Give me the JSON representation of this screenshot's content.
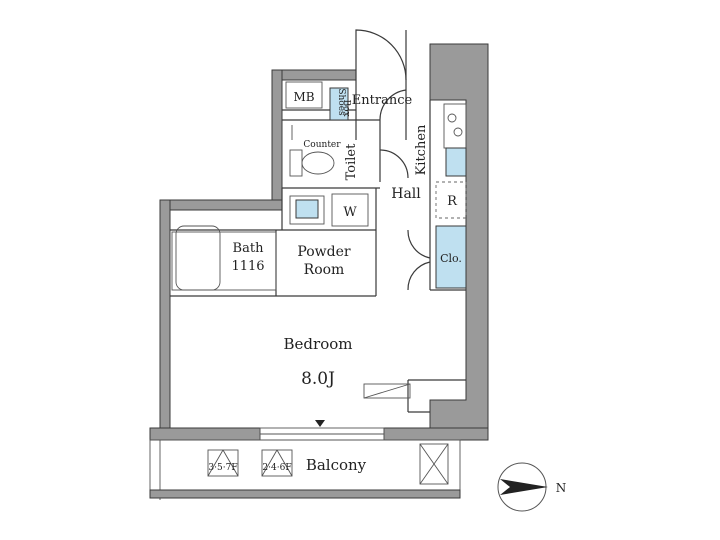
{
  "rooms": {
    "mb": "MB",
    "shoes_box_line1": "Shoes",
    "shoes_box_line2": "Box",
    "entrance": "Entrance",
    "kitchen": "Kitchen",
    "counter": "Counter",
    "toilet": "Toilet",
    "hall": "Hall",
    "washer": "W",
    "refrigerator": "R",
    "closet": "Clo.",
    "bath_line1": "Bath",
    "bath_line2": "1116",
    "powder_line1": "Powder",
    "powder_line2": "Room",
    "bedroom": "Bedroom",
    "bedroom_size": "8.0J",
    "balcony": "Balcony",
    "floors_a": "3·5·7F",
    "floors_b": "2·4·6F"
  },
  "compass": {
    "north": "N"
  },
  "colors": {
    "wall": "#9a9a9a",
    "fixture_blue": "#bfe0f0",
    "ink": "#3a3a3a"
  }
}
